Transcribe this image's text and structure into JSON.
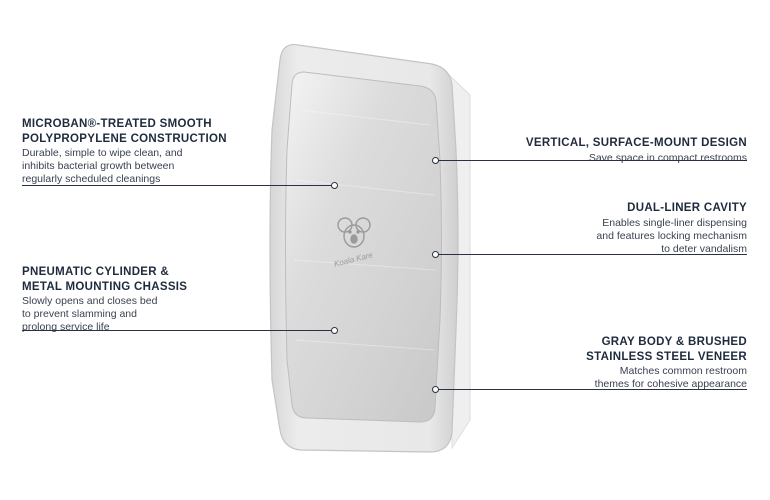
{
  "product": {
    "logo_text": "Koala Kare"
  },
  "callouts": [
    {
      "id": "microban",
      "title_lines": [
        "MICROBAN®-TREATED SMOOTH",
        "POLYPROPYLENE CONSTRUCTION"
      ],
      "desc_lines": [
        "Durable, simple to wipe clean, and",
        "inhibits bacterial growth between",
        "regularly scheduled cleanings"
      ]
    },
    {
      "id": "pneumatic",
      "title_lines": [
        "PNEUMATIC CYLINDER &",
        "METAL MOUNTING CHASSIS"
      ],
      "desc_lines": [
        "Slowly opens and closes bed",
        "to prevent slamming and",
        "prolong service life"
      ]
    },
    {
      "id": "vertical",
      "title_lines": [
        "VERTICAL, SURFACE-MOUNT DESIGN"
      ],
      "desc_lines": [
        "Save space in compact restrooms"
      ]
    },
    {
      "id": "dual-liner",
      "title_lines": [
        "DUAL-LINER CAVITY"
      ],
      "desc_lines": [
        "Enables single-liner dispensing",
        "and features locking mechanism",
        "to deter vandalism"
      ]
    },
    {
      "id": "gray-body",
      "title_lines": [
        "GRAY BODY & BRUSHED",
        "STAINLESS STEEL VENEER"
      ],
      "desc_lines": [
        "Matches common restroom",
        "themes for cohesive appearance"
      ]
    }
  ],
  "colors": {
    "text": "#1f2b3d",
    "line": "#2a3140",
    "body_gray": "#e4e4e4",
    "steel": "#d8d8d8"
  }
}
